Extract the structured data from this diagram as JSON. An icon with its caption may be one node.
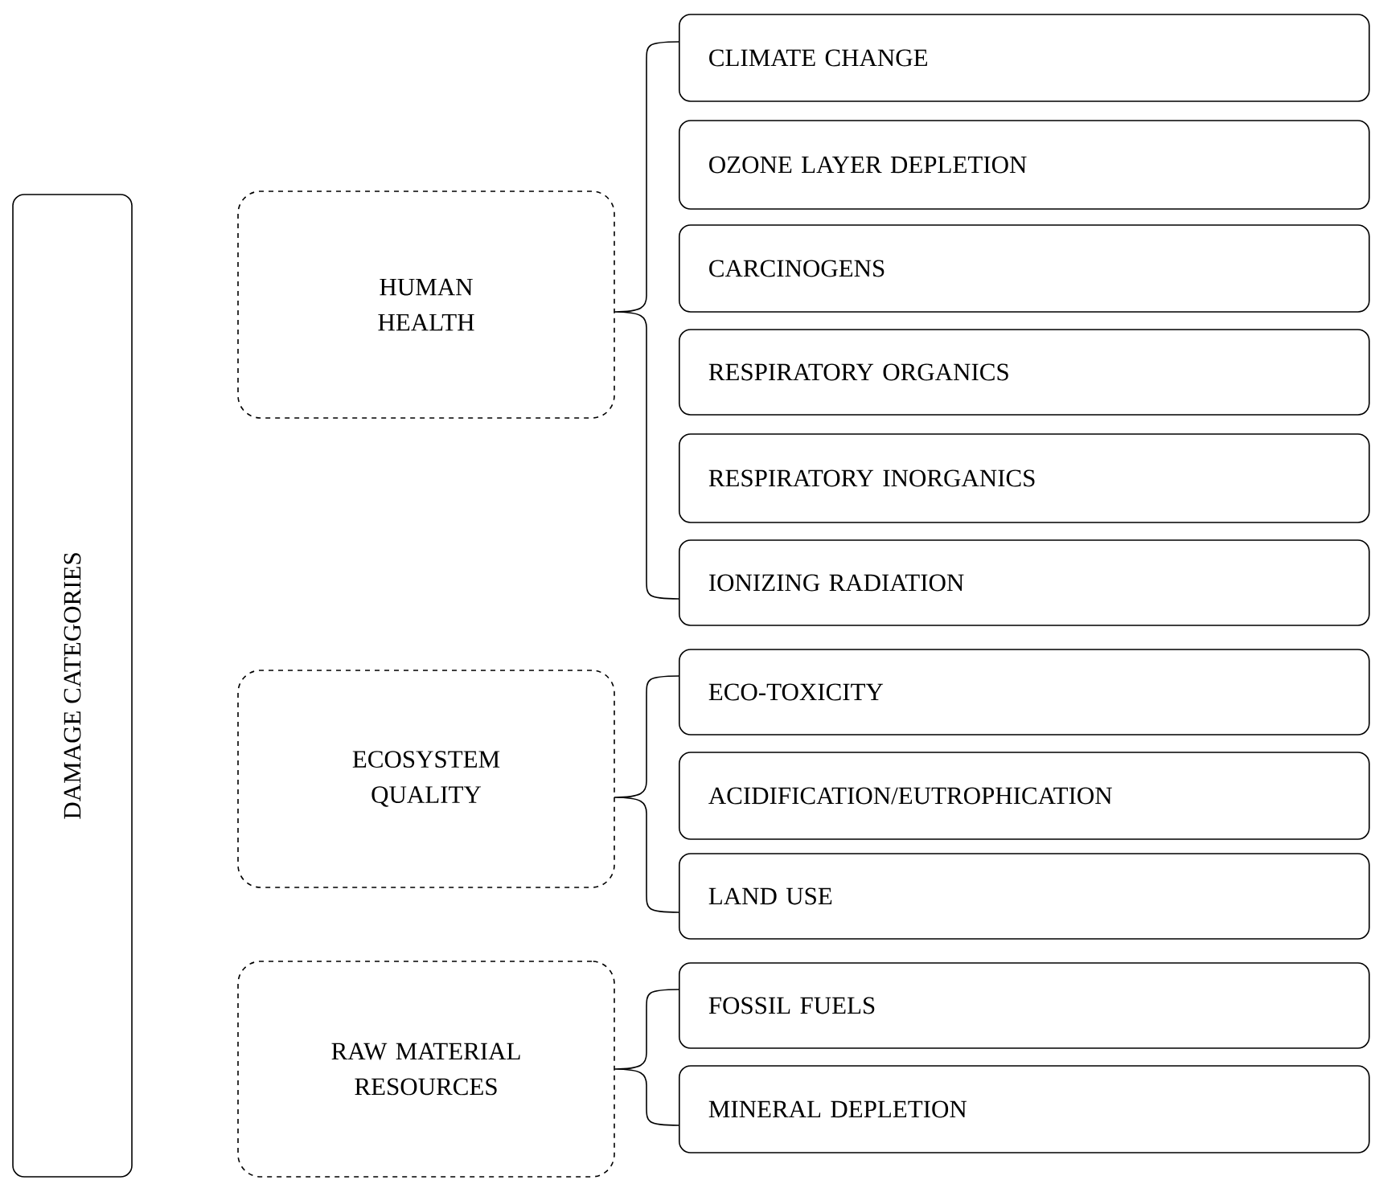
{
  "diagram": {
    "nodes": [
      {
        "text": [
          "DAMAGE CATEGORIES"
        ]
      },
      {
        "text": [
          "HUMAN HEALTH"
        ]
      },
      {
        "text": [
          "CLIMATE CHANGE"
        ]
      },
      {
        "text": [
          "OZONE LAYER DEPLETION"
        ]
      },
      {
        "text": [
          "CARCINOGENS"
        ]
      },
      {
        "text": [
          "RESPIRATORY ORGANICS"
        ]
      },
      {
        "text": [
          "RESPIRATORY INORGANICS"
        ]
      },
      {
        "text": [
          "IONIZING RADIATION"
        ]
      },
      {
        "text": [
          "ECOSYSTEM QUALITY"
        ]
      },
      {
        "text": [
          "ECO-TOXICITY"
        ]
      },
      {
        "text": [
          "ACIDIFICATION/EUTROPHICATION"
        ]
      },
      {
        "text": [
          "LAND USE"
        ]
      },
      {
        "text": [
          "RAW MATERIAL RESOURCES"
        ]
      },
      {
        "text": [
          "FOSSIL FUELS"
        ]
      },
      {
        "text": [
          "MINERAL DEPLETION"
        ]
      }
    ]
  }
}
